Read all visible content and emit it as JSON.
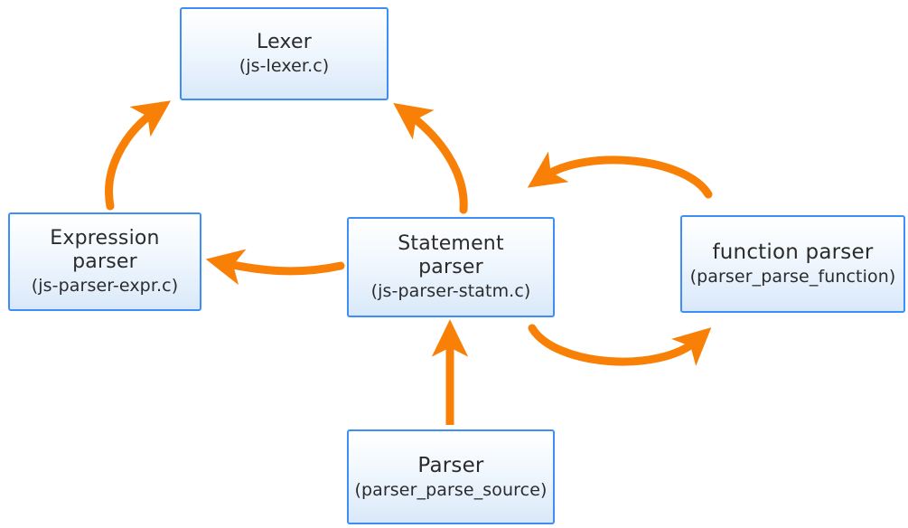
{
  "diagram": {
    "accent_color": "#f98006",
    "node_border_color": "#3d8ef7",
    "node_fill_top": "#ffffff",
    "node_fill_bottom": "#d9e8f9",
    "background": "#ffffff",
    "nodes": [
      {
        "id": "lexer",
        "title": "Lexer",
        "subtitle": "(js-lexer.c)"
      },
      {
        "id": "expression",
        "title": "Expression\nparser",
        "subtitle": "(js-parser-expr.c)"
      },
      {
        "id": "statement",
        "title": "Statement\nparser",
        "subtitle": "(js-parser-statm.c)"
      },
      {
        "id": "function",
        "title": "function parser",
        "subtitle": "(parser_parse_function)"
      },
      {
        "id": "parser",
        "title": "Parser",
        "subtitle": "(parser_parse_source)"
      }
    ],
    "arrows": [
      {
        "id": "expression-to-lexer",
        "from": "expression",
        "to": "lexer",
        "style": "curved"
      },
      {
        "id": "statement-to-lexer",
        "from": "statement",
        "to": "lexer",
        "style": "curved"
      },
      {
        "id": "statement-to-expression",
        "from": "statement",
        "to": "expression",
        "style": "slight-curve"
      },
      {
        "id": "function-to-statement",
        "from": "function",
        "to": "statement",
        "style": "arc-over"
      },
      {
        "id": "statement-to-function",
        "from": "statement",
        "to": "function",
        "style": "arc-under"
      },
      {
        "id": "parser-to-statement",
        "from": "parser",
        "to": "statement",
        "style": "straight"
      }
    ]
  }
}
